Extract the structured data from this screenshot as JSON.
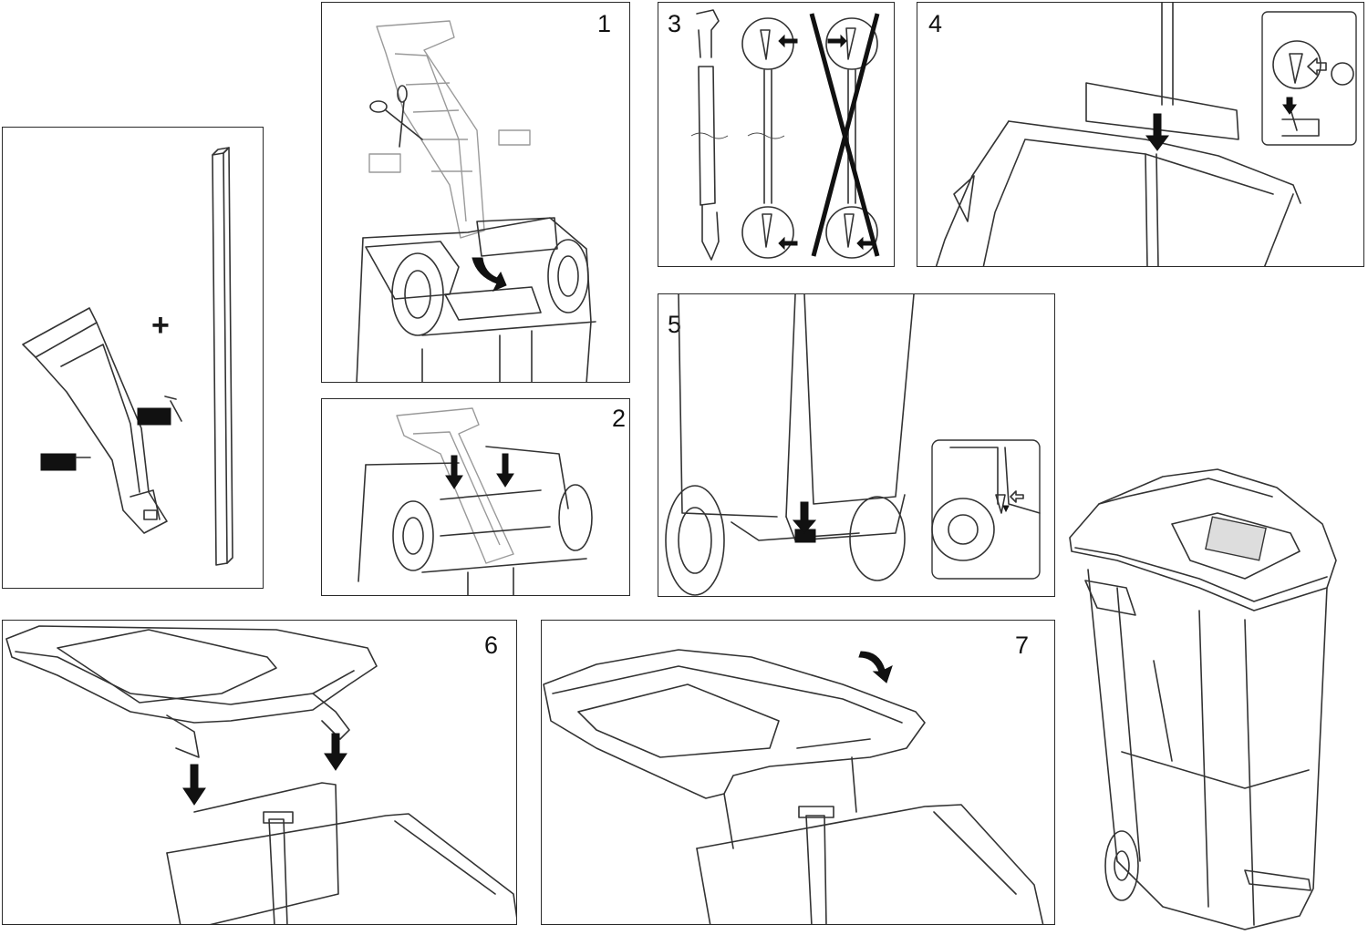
{
  "steps": {
    "parts_plus": "+",
    "s1": "1",
    "s2": "2",
    "s3": "3",
    "s4": "4",
    "s5": "5",
    "s6": "6",
    "s7": "7"
  },
  "icons": [
    "scissors-icon",
    "arrow-down-icon",
    "curved-arrow-icon",
    "cross-out-icon"
  ],
  "colors": {
    "line": "#333333",
    "ghost": "#9a9a9a",
    "arrow": "#111111"
  }
}
